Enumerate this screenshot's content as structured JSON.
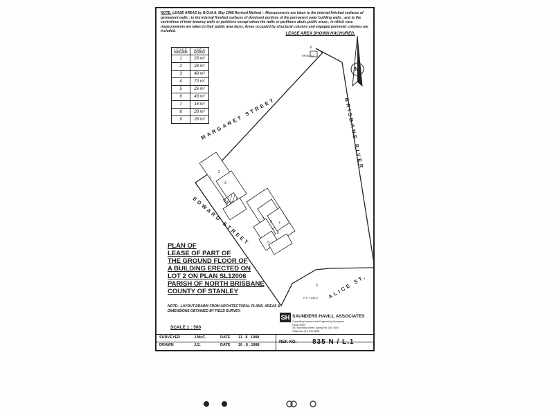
{
  "note": {
    "heading": "NOTE:",
    "text": "LEASE AREAS by B.O.M.A. May 1988 Revised Method :- Measurements are taken to the internal finished surfaces of permanent walls ; to the internal finished surfaces of dominant portions of the permanent outer building walls ; and to the centrelines of inter-tenancy walls or partitions except where the walls or partitions abuts public areas , in which case measurements are taken to their public area faces. Areas occupied by structural columns and engaged perimeter columns are included."
  },
  "hatch_label": "LEASE AREA SHOWN HACHURED.",
  "lease_table": {
    "headers": [
      "LEASE",
      "AREA"
    ],
    "rows": [
      [
        "1",
        "29 m²"
      ],
      [
        "2",
        "28 m²"
      ],
      [
        "3",
        "48 m²"
      ],
      [
        "4",
        "70 m²"
      ],
      [
        "5",
        "26 m²"
      ],
      [
        "6",
        "43 m²"
      ],
      [
        "7",
        "18 m²"
      ],
      [
        "8",
        "28 m²"
      ],
      [
        "9",
        "28 m²"
      ]
    ]
  },
  "streets": {
    "margaret": "MARGARET STREET",
    "brisbane": "BRISBANE RIVER",
    "edward": "EDWARD STREET",
    "alice": "ALICE ST."
  },
  "lots": {
    "top": "6",
    "bottom": "3",
    "ref_top": "RP35332",
    "ref_bottom": "R.P. 123317"
  },
  "units": [
    "1",
    "2",
    "3",
    "4",
    "5",
    "6",
    "7",
    "8",
    "9"
  ],
  "title_lines": [
    "PLAN OF",
    "LEASE OF PART OF",
    "THE GROUND FLOOR OF",
    "A BUILDING ERECTED ON",
    "LOT 2 ON PLAN SL12006",
    "PARISH OF NORTH BRISBANE",
    "COUNTY OF STANLEY"
  ],
  "notes2": "NOTE:- LAYOUT DRAWN FROM ARCHITECTURAL PLANS. AREAS & DIMENSIONS OBTAINED BY FIELD SURVEY.",
  "scale": "SCALE 1 : 500",
  "firm": {
    "logo": "SH",
    "name": "SAUNDERS HAVILL ASSOCIATES",
    "sub1": "Consulting Licensed and Engineering Surveyors",
    "sub2": "Head Office:",
    "sub3": "357 Boundary Street, Spring Hill, Qld. 4000.",
    "sub4": "Telephone (07) 831 6688"
  },
  "footer": {
    "surveyed_label": "SURVEYED",
    "surveyed_value": "J.McC.",
    "drawn_label": "DRAWN",
    "drawn_value": "J.S.",
    "date_label": "DATE",
    "date1": "11 . 8 . 1988",
    "date2": "16 . 8 . 1988",
    "ref_label": "REF. NO.",
    "ref_value": "835 N / L.1"
  }
}
